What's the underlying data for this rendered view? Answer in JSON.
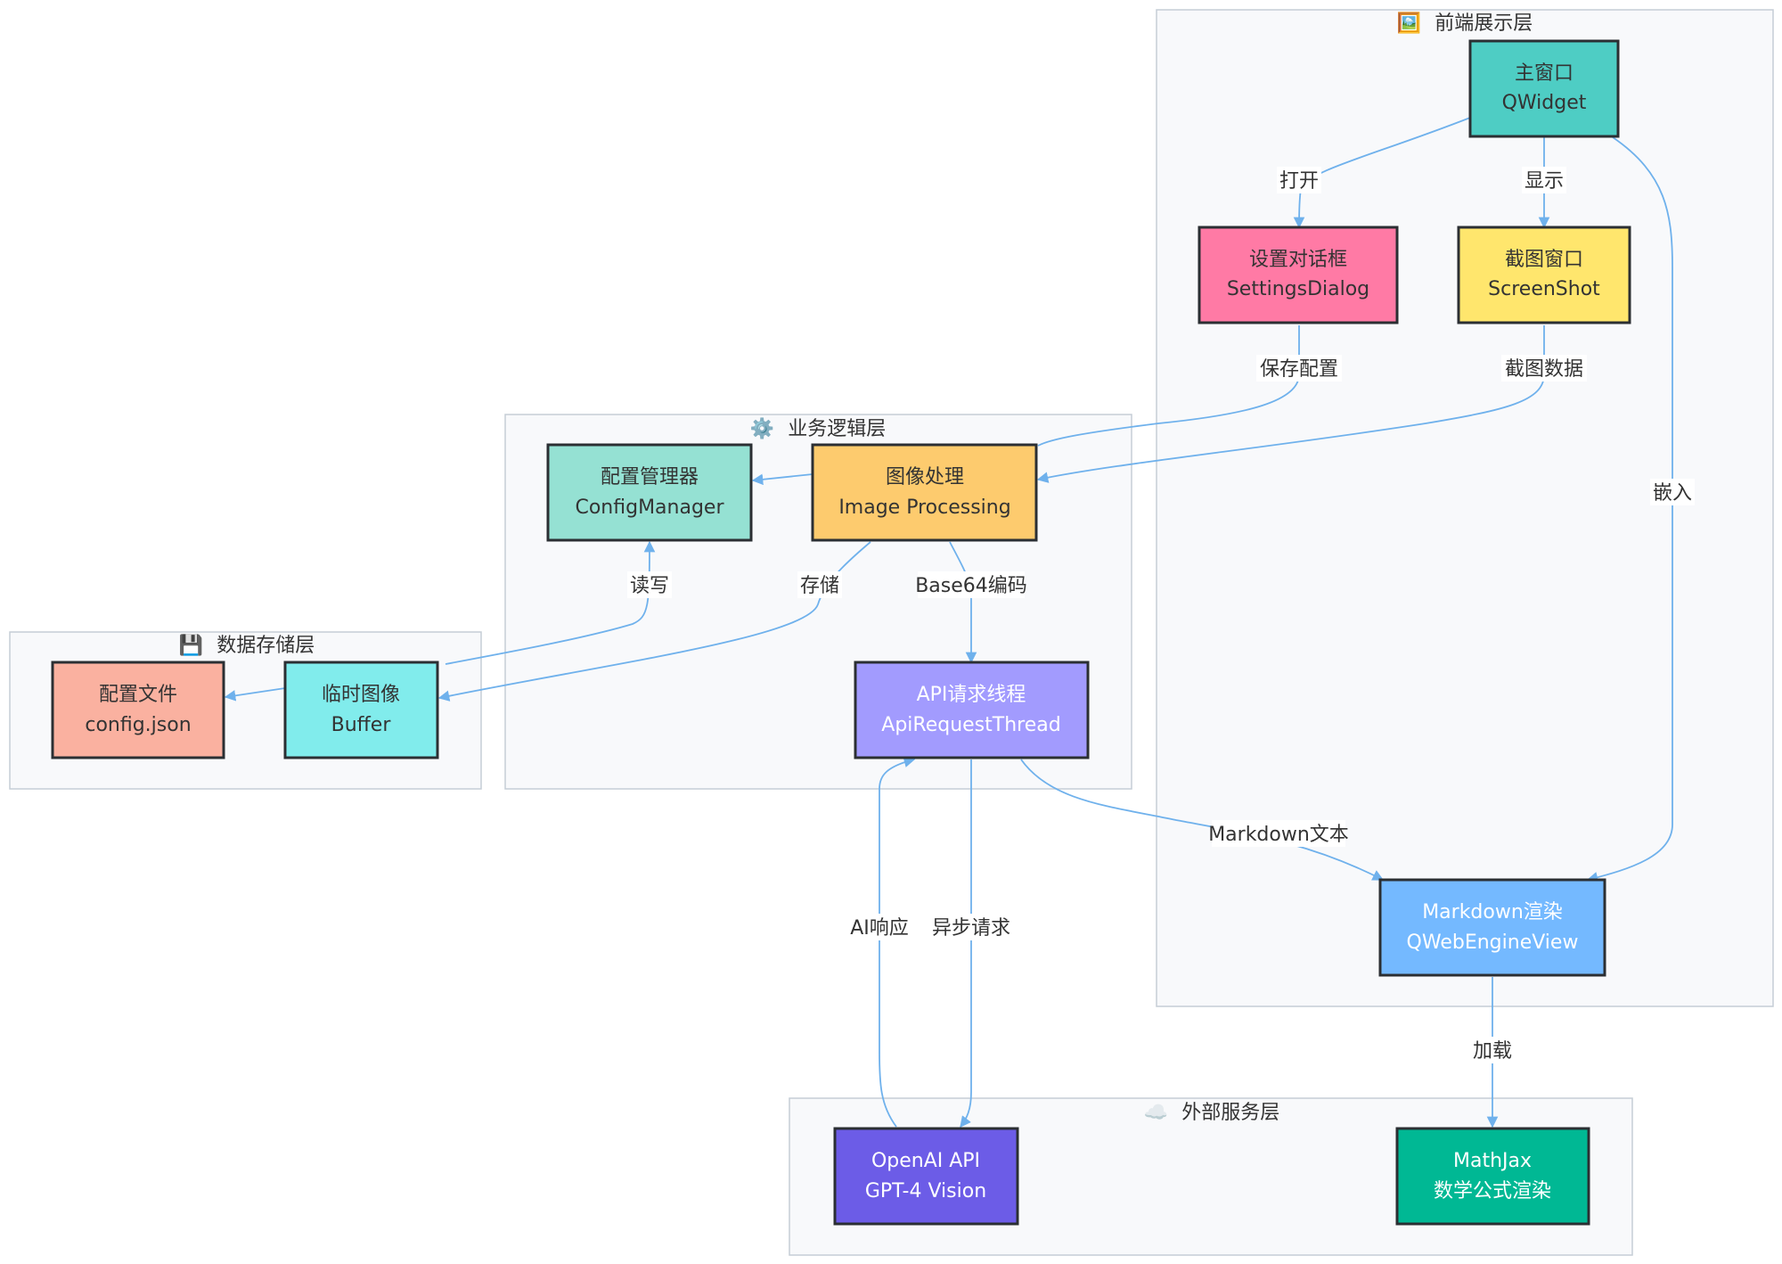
{
  "groups": {
    "frontend": {
      "icon": "🖼️",
      "title": "前端展示层"
    },
    "logic": {
      "icon": "⚙️",
      "title": "业务逻辑层"
    },
    "storage": {
      "icon": "💾",
      "title": "数据存储层"
    },
    "external": {
      "icon": "☁️",
      "title": "外部服务层"
    }
  },
  "nodes": {
    "main": {
      "line1": "主窗口",
      "line2": "QWidget",
      "fill": "#4ecdc4",
      "text": "#333333"
    },
    "settings": {
      "line1": "设置对话框",
      "line2": "SettingsDialog",
      "fill": "#ff7aa5",
      "text": "#333333"
    },
    "screenshot": {
      "line1": "截图窗口",
      "line2": "ScreenShot",
      "fill": "#ffe66d",
      "text": "#333333"
    },
    "config_mgr": {
      "line1": "配置管理器",
      "line2": "ConfigManager",
      "fill": "#95e1d3",
      "text": "#333333"
    },
    "image_proc": {
      "line1": "图像处理",
      "line2": "Image Processing",
      "fill": "#fdcb6e",
      "text": "#333333"
    },
    "api_thread": {
      "line1": "API请求线程",
      "line2": "ApiRequestThread",
      "fill": "#a29bfe",
      "text": "#ffffff"
    },
    "config_file": {
      "line1": "配置文件",
      "line2": "config.json",
      "fill": "#fab1a0",
      "text": "#333333"
    },
    "temp_image": {
      "line1": "临时图像",
      "line2": "Buffer",
      "fill": "#81ecec",
      "text": "#333333"
    },
    "markdown": {
      "line1": "Markdown渲染",
      "line2": "QWebEngineView",
      "fill": "#74b9ff",
      "text": "#ffffff"
    },
    "openai": {
      "line1": "OpenAI API",
      "line2": "GPT-4 Vision",
      "fill": "#6c5ce7",
      "text": "#ffffff"
    },
    "mathjax": {
      "line1": "MathJax",
      "line2": "数学公式渲染",
      "fill": "#00b894",
      "text": "#ffffff"
    }
  },
  "edges": {
    "open": "打开",
    "show": "显示",
    "embed": "嵌入",
    "save_config": "保存配置",
    "screenshot_data": "截图数据",
    "read_write": "读写",
    "store": "存储",
    "base64": "Base64编码",
    "markdown_text": "Markdown文本",
    "ai_response": "AI响应",
    "async_request": "异步请求",
    "load": "加载"
  },
  "colors": {
    "edge": "#6fb1ec",
    "node_border": "#2b2f33",
    "group_fill": "#f8f9fb",
    "group_border": "#c5cdd6"
  }
}
